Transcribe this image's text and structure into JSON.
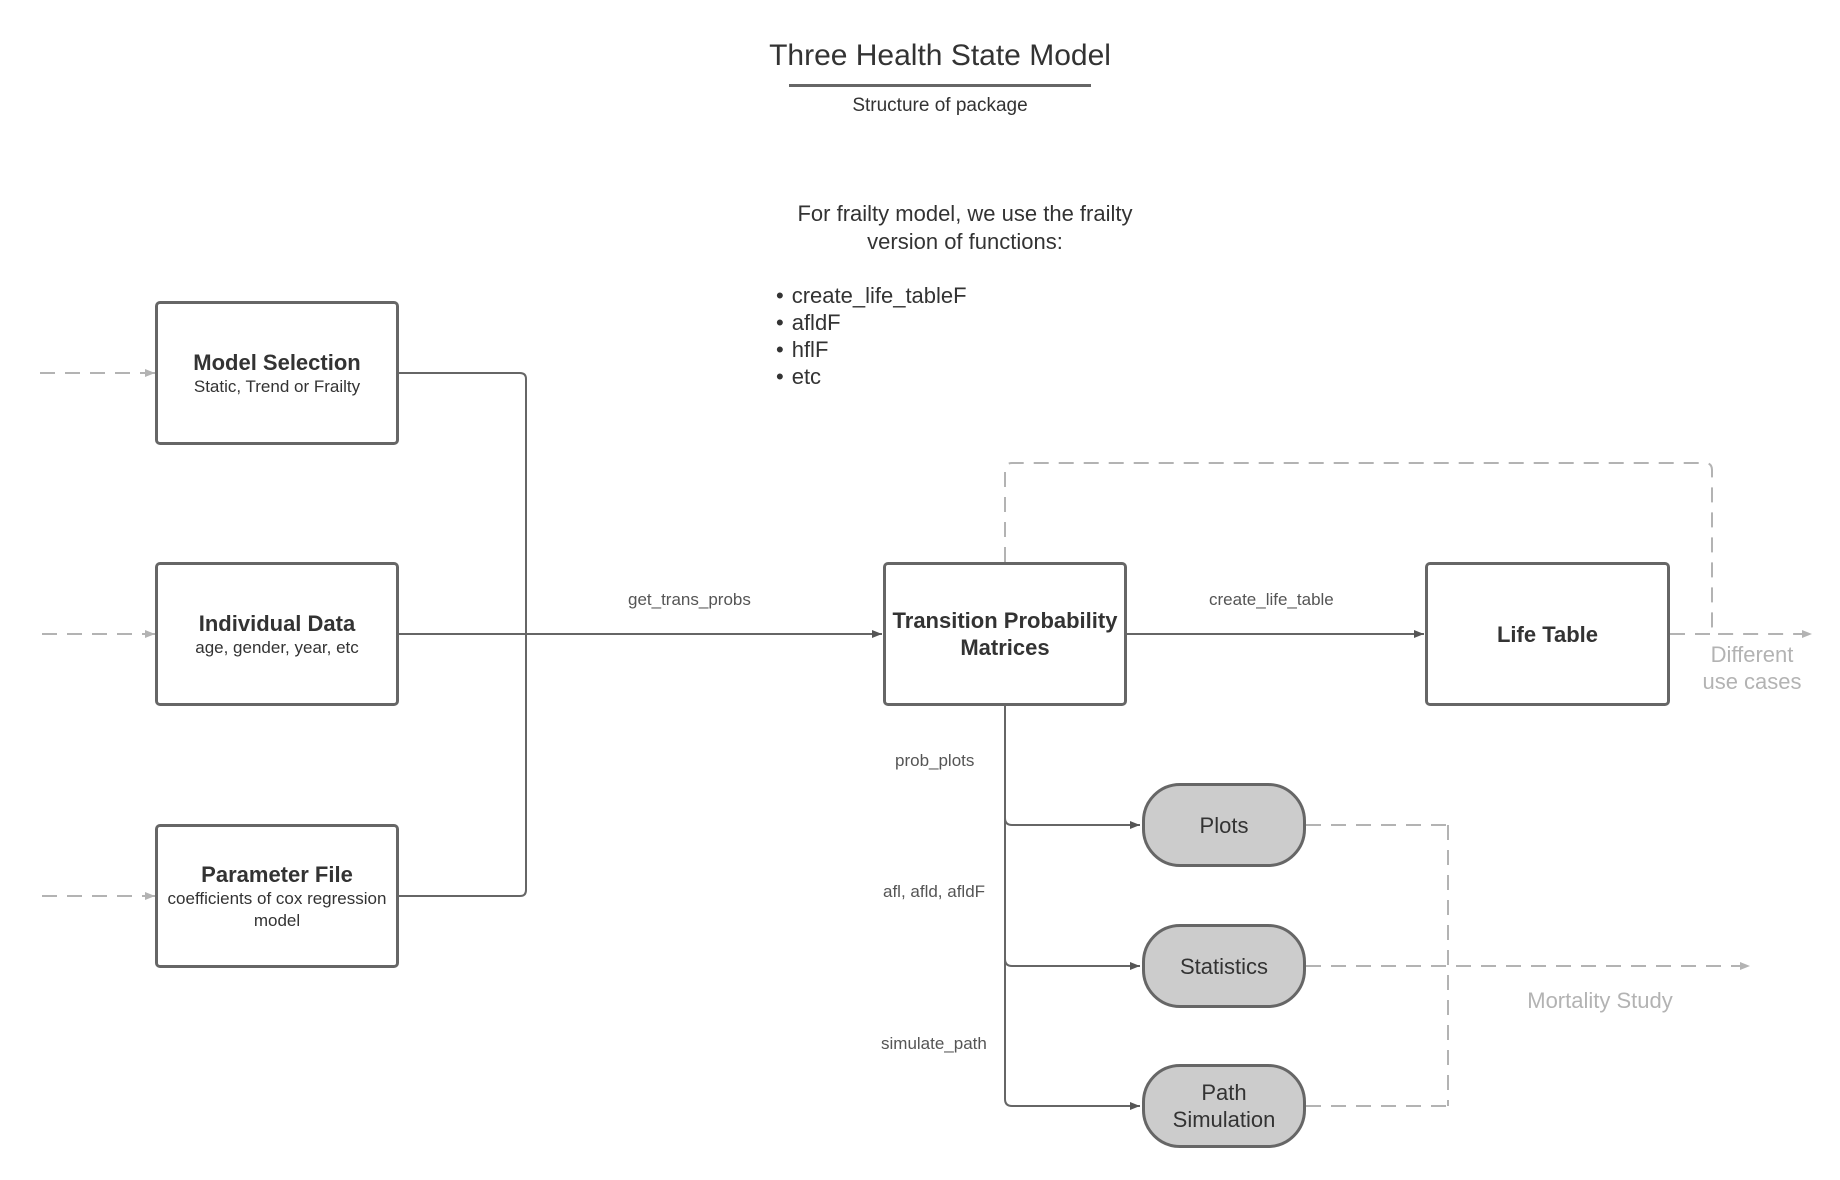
{
  "header": {
    "title": "Three Health State Model",
    "subtitle": "Structure of package"
  },
  "note": {
    "text": "For frailty model, we use the frailty version of functions:",
    "bullets": [
      "create_life_tableF",
      "afldF",
      "hflF",
      "etc"
    ]
  },
  "inputs": [
    {
      "title": "Model Selection",
      "subtitle": "Static, Trend or Frailty"
    },
    {
      "title": "Individual Data",
      "subtitle": "age, gender, year, etc"
    },
    {
      "title": "Parameter File",
      "subtitle": "coefficients of cox regression model"
    }
  ],
  "central": {
    "title": "Transition Probability Matrices"
  },
  "life_table": {
    "title": "Life Table"
  },
  "outputs": [
    "Plots",
    "Statistics",
    "Path Simulation"
  ],
  "edges": {
    "get_trans_probs": "get_trans_probs",
    "create_life_table": "create_life_table",
    "prob_plots": "prob_plots",
    "afl": "afl, afld, afldF",
    "simulate_path": "simulate_path"
  },
  "ghost_labels": {
    "different_use_cases": "Different use cases",
    "mortality_study": "Mortality Study"
  },
  "colors": {
    "line": "#666666",
    "dashed": "#b3b3b3",
    "pill_fill": "#cccccc",
    "text": "#333333"
  }
}
